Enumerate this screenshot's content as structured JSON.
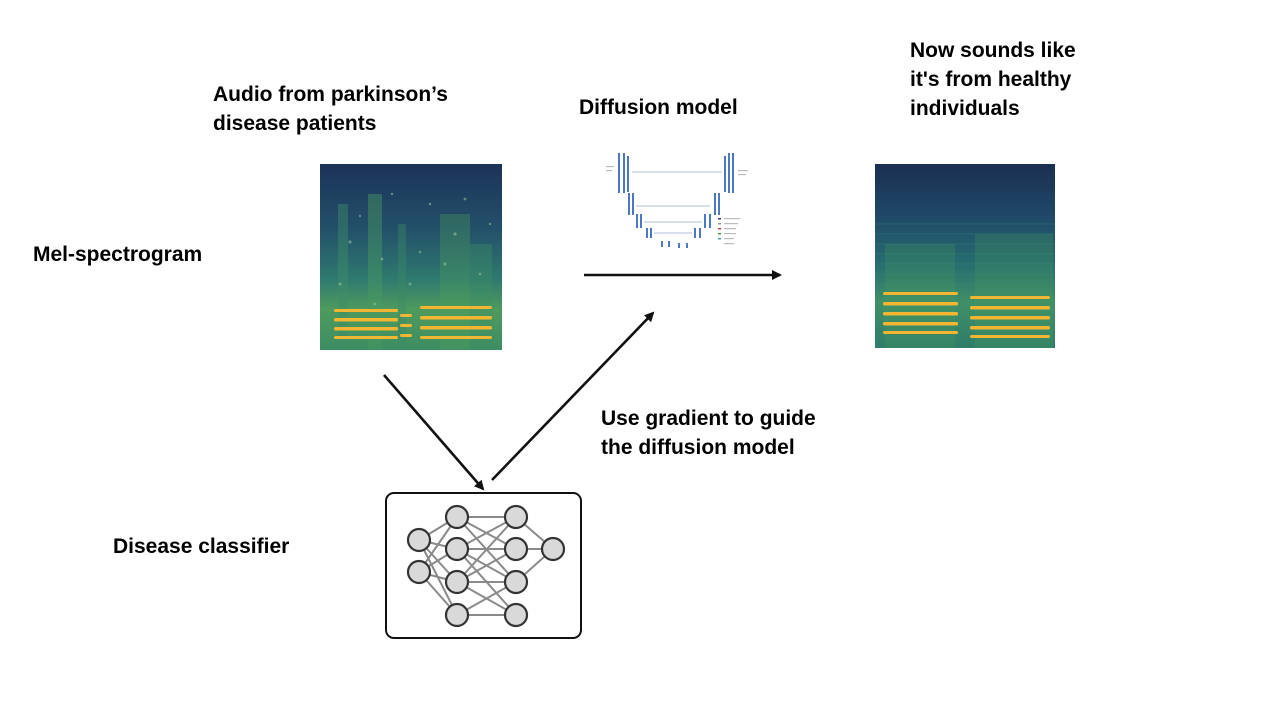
{
  "labels": {
    "input_audio": "Audio from parkinson’s\ndisease patients",
    "diffusion_model": "Diffusion model",
    "output_audio": "Now sounds like\nit's from healthy\nindividuals",
    "mel_spectrogram": "Mel-spectrogram",
    "gradient_guidance": "Use gradient to guide\nthe diffusion model",
    "disease_classifier": "Disease classifier"
  },
  "images": {
    "input_spectrogram": "mel-spectrogram-noisy-icon",
    "output_spectrogram": "mel-spectrogram-clean-icon",
    "unet_diagram": "unet-architecture-icon",
    "neural_network": "neural-network-icon"
  },
  "colors": {
    "spectrogram_dark": "#1b2f52",
    "spectrogram_mid": "#2e7d7a",
    "spectrogram_green": "#4c9d5b",
    "spectrogram_harmonic": "#f2b632",
    "node_fill": "#d9d9d9",
    "node_stroke": "#333333",
    "edge": "#8a8a8a",
    "unet_blue": "#4a78c2",
    "arrow": "#111111"
  }
}
